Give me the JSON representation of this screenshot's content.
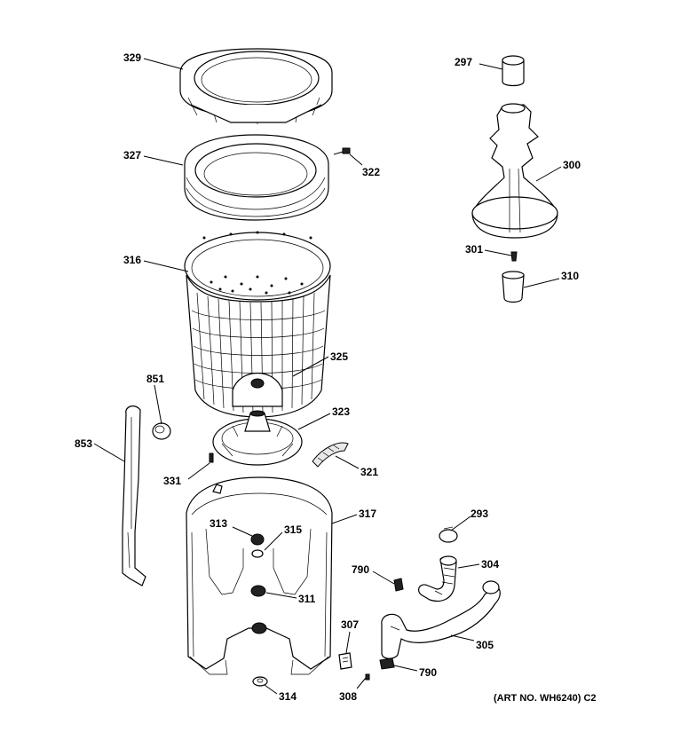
{
  "labels": {
    "p329": "329",
    "p327": "327",
    "p322": "322",
    "p316": "316",
    "p325": "325",
    "p323": "323",
    "p321": "321",
    "p331": "331",
    "p851": "851",
    "p853": "853",
    "p317": "317",
    "p313": "313",
    "p315": "315",
    "p311": "311",
    "p314": "314",
    "p307": "307",
    "p308": "308",
    "p297": "297",
    "p300": "300",
    "p301": "301",
    "p310": "310",
    "p293": "293",
    "p304": "304",
    "p305": "305",
    "p790a": "790",
    "p790b": "790"
  },
  "art_number": "(ART NO. WH6240) C2"
}
